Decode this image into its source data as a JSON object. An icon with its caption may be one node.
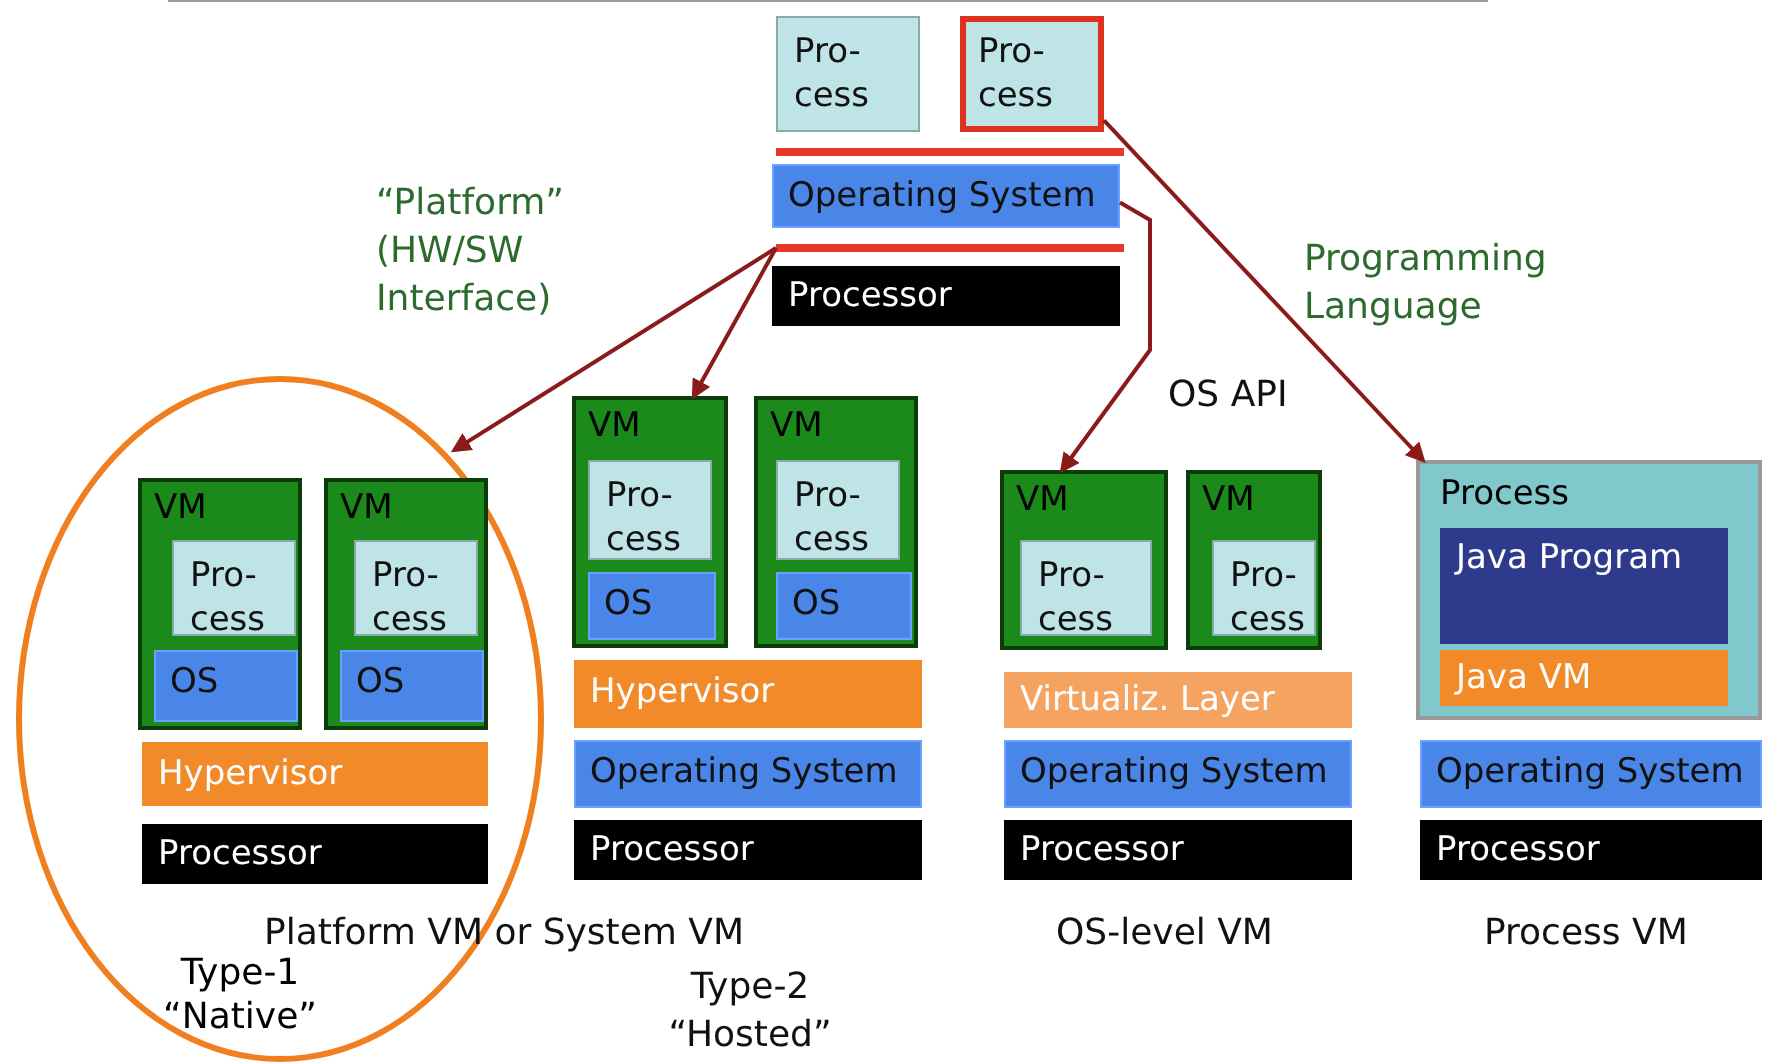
{
  "diagram": {
    "nodes": [
      {
        "text": [
          "Pro- cess"
        ]
      },
      {
        "text": [
          "Pro- cess"
        ]
      },
      {
        "text": [],
        "shape": "bar"
      },
      {
        "text": [
          "Operating System"
        ]
      },
      {
        "text": [],
        "shape": "bar"
      },
      {
        "text": [
          "Processor"
        ]
      },
      {
        "text": [
          "Type-1 “Native”"
        ]
      },
      {
        "text": [
          "VM"
        ],
        "in": 6
      },
      {
        "text": [
          "Pro- cess"
        ],
        "in": 7
      },
      {
        "text": [
          "OS"
        ],
        "in": 7
      },
      {
        "text": [
          "VM"
        ],
        "in": 6
      },
      {
        "text": [
          "Pro- cess"
        ],
        "in": 10
      },
      {
        "text": [
          "OS"
        ],
        "in": 10
      },
      {
        "text": [
          "Hypervisor"
        ],
        "in": 6
      },
      {
        "text": [
          "Processor"
        ],
        "in": 6
      },
      {
        "text": [
          "VM"
        ]
      },
      {
        "text": [
          "Pro- cess"
        ],
        "in": 15
      },
      {
        "text": [
          "OS"
        ],
        "in": 15
      },
      {
        "text": [
          "VM"
        ]
      },
      {
        "text": [
          "Pro- cess"
        ],
        "in": 18
      },
      {
        "text": [
          "OS"
        ],
        "in": 18
      },
      {
        "text": [
          "Hypervisor"
        ]
      },
      {
        "text": [
          "Operating System"
        ]
      },
      {
        "text": [
          "Processor"
        ]
      },
      {
        "text": [
          "VM"
        ]
      },
      {
        "text": [
          "Pro- cess"
        ],
        "in": 24
      },
      {
        "text": [
          "VM"
        ]
      },
      {
        "text": [
          "Pro- cess"
        ],
        "in": 26
      },
      {
        "text": [
          "Virtualiz. Layer"
        ]
      },
      {
        "text": [
          "Operating System"
        ]
      },
      {
        "text": [
          "Processor"
        ]
      },
      {
        "text": [
          "Process"
        ]
      },
      {
        "text": [
          "Java Program"
        ],
        "in": 31
      },
      {
        "text": [
          "Java VM"
        ],
        "in": 31
      },
      {
        "text": [
          "Operating System"
        ]
      },
      {
        "text": [
          "Processor"
        ]
      }
    ],
    "edges": [
      {
        "from": 4,
        "to": 6,
        "arrow": "to"
      },
      {
        "from": 4,
        "to": 15,
        "arrow": "to"
      },
      {
        "from": 3,
        "to": 24,
        "arrow": "to"
      },
      {
        "from": 1,
        "to": 31,
        "arrow": "to"
      }
    ],
    "labels": [
      "“Platform” (HW/SW Interface)",
      "Programming Language",
      "OS API",
      "Platform VM or System VM",
      "OS-level VM",
      "Process VM",
      "Type-2 “Hosted”"
    ]
  }
}
